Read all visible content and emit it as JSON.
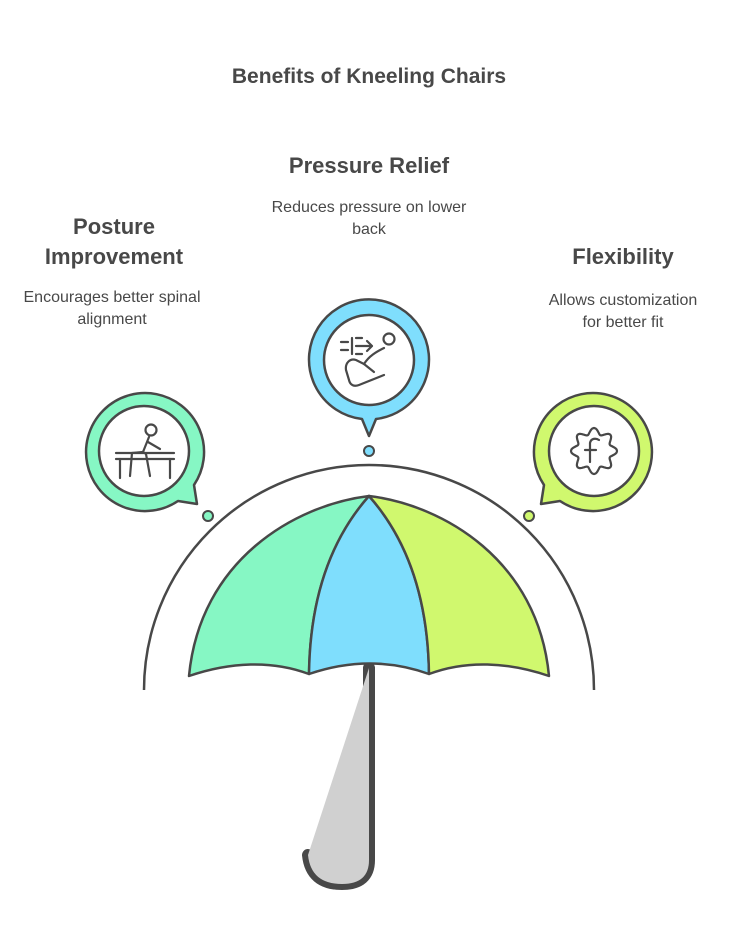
{
  "title": "Benefits of Kneeling Chairs",
  "benefits": [
    {
      "heading": "Posture Improvement",
      "description": "Encourages better spinal alignment",
      "color": "#86f7c4",
      "icon": "person-at-desk-icon"
    },
    {
      "heading": "Pressure Relief",
      "description": "Reduces pressure on lower back",
      "color": "#7fdefd",
      "icon": "reclining-person-icon"
    },
    {
      "heading": "Flexibility",
      "description": "Allows customization for better fit",
      "color": "#d0f86e",
      "icon": "flexible-gear-icon"
    }
  ],
  "colors": {
    "outline": "#484848",
    "handle": "#d0d0d0",
    "text": "#484848"
  }
}
